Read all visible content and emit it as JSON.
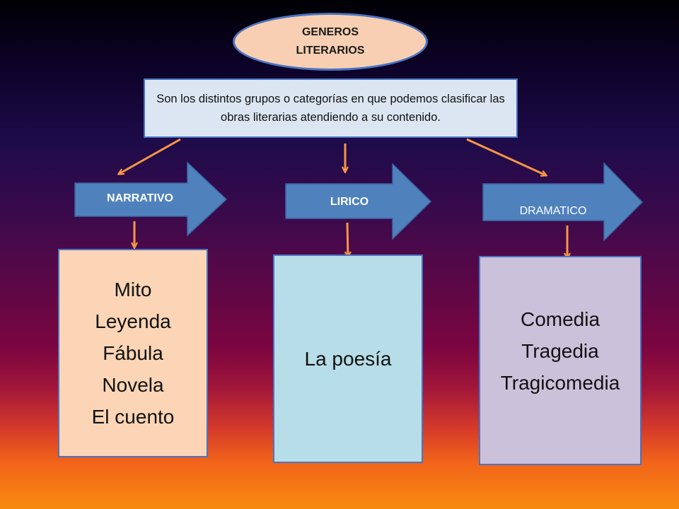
{
  "title_ellipse": {
    "line1": "GENEROS",
    "line2": "LITERARIOS"
  },
  "definition": "Son los distintos grupos o categorías en que podemos clasificar las obras literarias atendiendo a su contenido.",
  "genres": [
    {
      "label": "NARRATIVO",
      "items": [
        "Mito",
        "Leyenda",
        "Fábula",
        "Novela",
        "El cuento"
      ]
    },
    {
      "label": "LIRICO",
      "items": [
        "La poesía"
      ]
    },
    {
      "label": "DRAMATICO",
      "items": [
        "Comedia",
        "Tragedia",
        "Tragicomedia"
      ]
    }
  ],
  "colors": {
    "ellipse_fill": "#f8cfb2",
    "definition_fill": "#dce6f2",
    "block_arrow_fill": "#4f81bd",
    "connector": "#f79646",
    "narrativo_fill": "#fbd5b5",
    "lirico_fill": "#b7dde8",
    "dramatico_fill": "#ccc1da"
  }
}
